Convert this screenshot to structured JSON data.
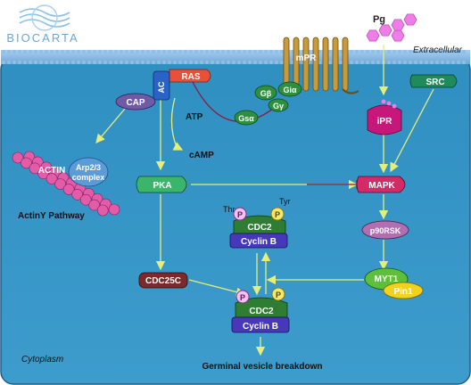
{
  "brand": {
    "logo_text": "BIOCARTA"
  },
  "compartments": {
    "extracellular": "Extracellular",
    "cytoplasm": "Cytoplasm"
  },
  "nodes": {
    "pg": "Pg",
    "mpr": "mPR",
    "ras": "RAS",
    "ac": "AC",
    "cap": "CAP",
    "atp": "ATP",
    "camp": "cAMP",
    "g_beta": "Gβ",
    "g_alpha_i": "Giα",
    "g_gamma": "Gγ",
    "g_alpha_s": "Gsα",
    "actin": "ACTIN",
    "arp23_line1": "Arp2/3",
    "arp23_line2": "complex",
    "actin_pathway": "ActinY Pathway",
    "pka": "PKA",
    "ipr": "iPR",
    "src": "SRC",
    "mapk": "MAPK",
    "p90rsk": "p90RSK",
    "myt1": "MYT1",
    "pin1": "Pin1",
    "cdc25c": "CDC25C",
    "thr": "Thr",
    "tyr": "Tyr",
    "phospho": "P",
    "cdc2": "CDC2",
    "cyclin_b": "Cyclin B",
    "gvbd": "Germinal vesicle breakdown"
  },
  "colors": {
    "cytoplasm": "#3796c4",
    "membrane": "#77b1de",
    "arrow": "#e4ee7a",
    "inhibit": "#8a1a3c",
    "ras": "#e8503a",
    "cap": "#6f5aa6",
    "ac": "#2a63c8",
    "pka": "#3bb56b",
    "mapk": "#d42a68",
    "p90rsk": "#b06fb0",
    "myt1": "#5dbf3c",
    "pin1": "#f2d21b",
    "cdc2": "#2e7d32",
    "cyclin": "#4638b8",
    "cdc25c": "#7a2a2a",
    "ipr": "#c5187a",
    "src": "#1f8a5a",
    "pg": "#ee7de8",
    "actin": "#e35ca8",
    "mpr": "#c79a3a"
  }
}
